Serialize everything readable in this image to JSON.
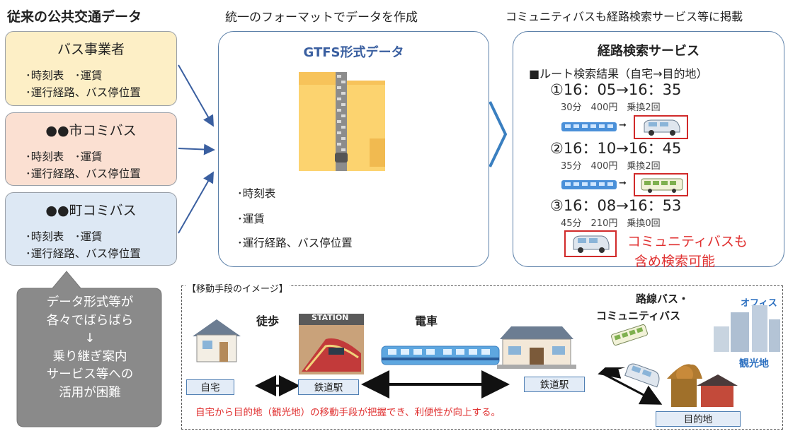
{
  "headers": {
    "left": "従来の公共交通データ",
    "center": "統一のフォーマットでデータを作成",
    "right": "コミュニティバスも経路検索サービス等に掲載"
  },
  "sources": [
    {
      "title": "バス事業者",
      "line1": "･時刻表　･運賃",
      "line2": "･運行経路、バス停位置"
    },
    {
      "title": "●●市コミバス",
      "line1": "･時刻表　･運賃",
      "line2": "･運行経路、バス停位置"
    },
    {
      "title": "●●町コミバス",
      "line1": "･時刻表　･運賃",
      "line2": "･運行経路、バス停位置"
    }
  ],
  "callout": [
    "データ形式等が",
    "各々でばらばら",
    "↓",
    "乗り継ぎ案内",
    "サービス等への",
    "活用が困難"
  ],
  "gtfs": {
    "title": "GTFS形式データ",
    "items": [
      "･時刻表",
      "･運賃",
      "･運行経路、バス停位置"
    ]
  },
  "search": {
    "title": "経路検索サービス",
    "subtitle": "■ルート検索結果（自宅→目的地）",
    "routes": [
      {
        "time": "①16：05→16：35",
        "detail": "30分　400円　乗換2回"
      },
      {
        "time": "②16：10→16：45",
        "detail": "35分　400円　乗換2回"
      },
      {
        "time": "③16：08→16：53",
        "detail": "45分　210円　乗換0回"
      }
    ],
    "note1": "コミュニティバスも",
    "note2": "含め検索可能"
  },
  "bottom": {
    "frame_label": "【移動手段のイメージ】",
    "walk": "徒歩",
    "train": "電車",
    "bus1": "路線バス・",
    "bus2": "コミュニティバス",
    "office": "オフィス",
    "sightseeing": "観光地",
    "station_sign": "STATION",
    "home": "自宅",
    "station1": "鉄道駅",
    "station2": "鉄道駅",
    "destination": "目的地",
    "summary": "自宅から目的地（観光地）の移動手段が把握でき、利便性が向上する。"
  },
  "colors": {
    "accent_blue": "#3a5fa0",
    "highlight_red": "#d12a2a",
    "card_yellow": "#fdefc6",
    "card_salmon": "#fbe0d2",
    "card_blue": "#dde8f4",
    "callout_gray": "#8a8a8a"
  }
}
